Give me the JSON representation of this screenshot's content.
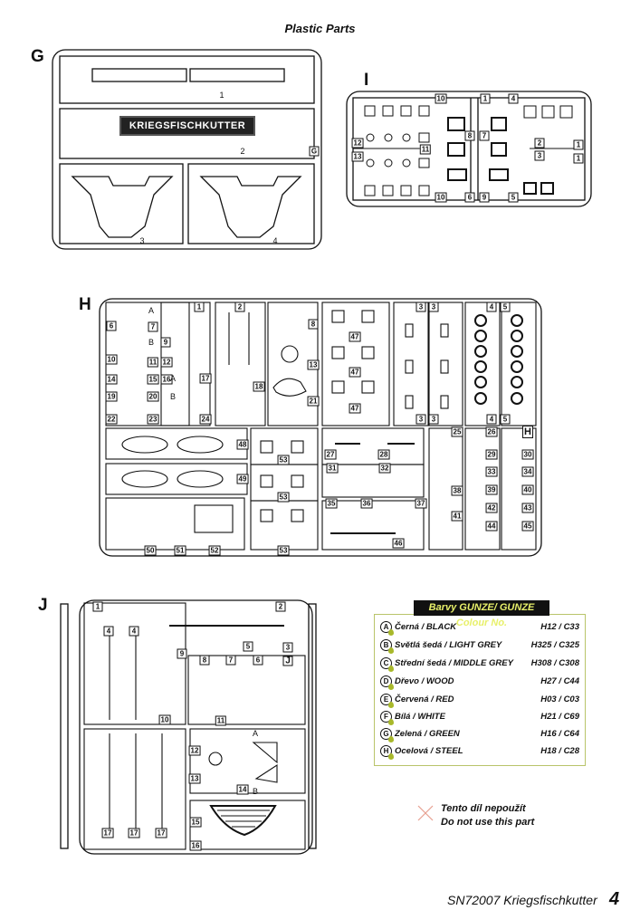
{
  "title": "Plastic Parts",
  "sprues": {
    "G": {
      "letter": "G",
      "nameplate": "KRIEGSFISCHKUTTER",
      "labels": [
        "1",
        "2",
        "3",
        "4",
        "G"
      ]
    },
    "I": {
      "letter": "I",
      "labels": [
        "10",
        "1",
        "4",
        "12",
        "11",
        "13",
        "8",
        "7",
        "2",
        "3",
        "1",
        "1",
        "10",
        "6",
        "9",
        "5"
      ]
    },
    "H": {
      "letter": "H",
      "labels": [
        "1",
        "2",
        "8",
        "13",
        "21",
        "18",
        "17",
        "24",
        "6",
        "7",
        "9",
        "10",
        "11",
        "12",
        "14",
        "15",
        "16",
        "19",
        "20",
        "22",
        "23",
        "47",
        "47",
        "47",
        "3",
        "3",
        "3",
        "3",
        "4",
        "4",
        "5",
        "5",
        "48",
        "49",
        "53",
        "53",
        "53",
        "27",
        "28",
        "31",
        "32",
        "35",
        "36",
        "37",
        "46",
        "25",
        "38",
        "41",
        "26",
        "29",
        "33",
        "39",
        "42",
        "44",
        "H",
        "30",
        "34",
        "40",
        "43",
        "45",
        "50",
        "51",
        "52"
      ],
      "sub": [
        "A",
        "B",
        "A",
        "B"
      ]
    },
    "J": {
      "letter": "J",
      "labels": [
        "1",
        "2",
        "4",
        "4",
        "9",
        "8",
        "7",
        "6",
        "5",
        "3",
        "J",
        "10",
        "11",
        "12",
        "13",
        "14",
        "15",
        "16",
        "17",
        "17",
        "17"
      ],
      "sub": [
        "A",
        "B"
      ]
    }
  },
  "legend": {
    "header": "Barvy GUNZE/ GUNZE Colour No.",
    "accent": "#e8f06a",
    "rows": [
      {
        "key": "A",
        "name": "Černá / BLACK",
        "code": "H12 / C33"
      },
      {
        "key": "B",
        "name": "Světlá šedá / LIGHT GREY",
        "code": "H325 / C325"
      },
      {
        "key": "C",
        "name": "Střední šedá / MIDDLE GREY",
        "code": "H308 / C308"
      },
      {
        "key": "D",
        "name": "Dřevo / WOOD",
        "code": "H27 / C44"
      },
      {
        "key": "E",
        "name": "Červená / RED",
        "code": "H03 / C03"
      },
      {
        "key": "F",
        "name": "Bílá / WHITE",
        "code": "H21 / C69"
      },
      {
        "key": "G",
        "name": "Zelená / GREEN",
        "code": "H16 / C64"
      },
      {
        "key": "H",
        "name": "Ocelová / STEEL",
        "code": "H18 / C28"
      }
    ]
  },
  "note": {
    "line1": "Tento díl nepoužít",
    "line2": "Do not use this part",
    "mark_color": "#e8a090"
  },
  "footer": {
    "text": "SN72007 Kriegsfischkutter",
    "page": "4"
  }
}
